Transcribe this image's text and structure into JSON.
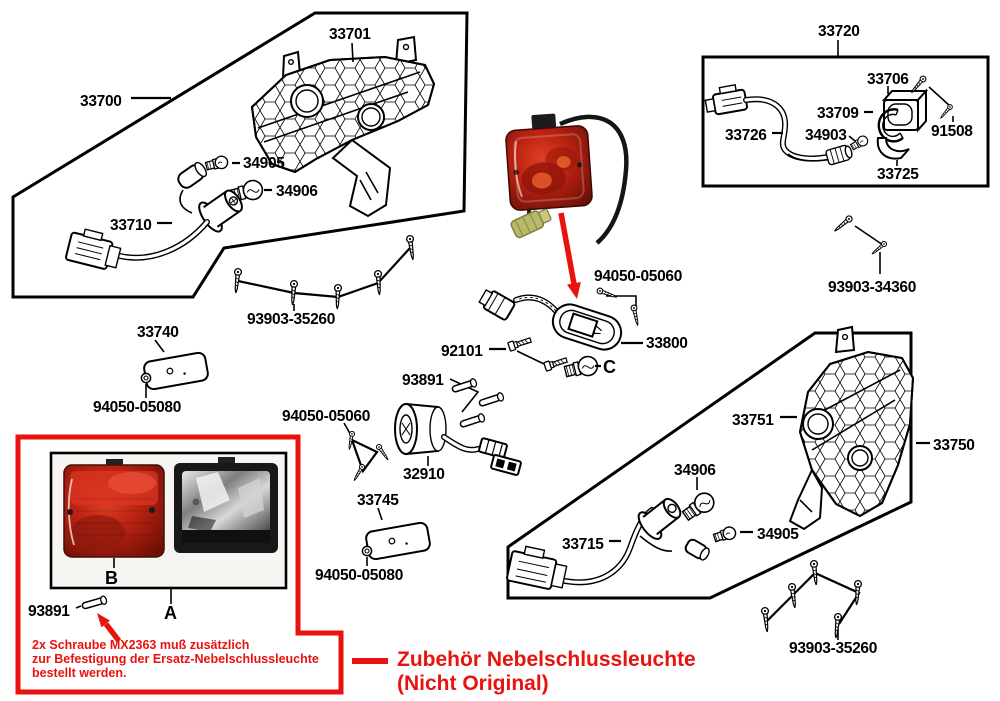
{
  "colors": {
    "accent_red": "#e8120e",
    "line_black": "#000000",
    "lens_red": "#c22415",
    "connector_olive": "#b9b96a"
  },
  "assemblies": {
    "headlight_left": {
      "group": "33700",
      "unit": "33701",
      "bulb_small": "34905",
      "bulb_large": "34906",
      "socket_harness": "33710"
    },
    "mount_screws_top": {
      "part": "93903-35260"
    },
    "plate_left": {
      "bracket": "33740",
      "screw": "94050-05080"
    },
    "relay_box": {
      "group": "33720",
      "harness": "33726",
      "bulb": "34903",
      "socket_ring": "33709",
      "housing": "33706",
      "bracket": "33725",
      "screw": "91508"
    },
    "screw_right": {
      "part": "93903-34360"
    },
    "license_light": {
      "screw_set": "94050-05060",
      "unit": "33800",
      "bolt": "92101",
      "bulb": "C",
      "screw": "93891",
      "resistor": "32910"
    },
    "plate_center": {
      "screw_set": "94050-05060",
      "bracket": "33745",
      "screw": "94050-05080"
    },
    "headlight_right": {
      "group": "33750",
      "unit": "33751",
      "bulb_large": "34906",
      "bulb_small": "34905",
      "socket_harness": "33715",
      "mount_screws": "93903-35260"
    },
    "accessory_fog_light": {
      "lens": "B",
      "housing": "A",
      "screw": "93891",
      "note_line1": "2x Schraube MX2363 muß zusätzlich",
      "note_line2": "zur Befestigung der Ersatz-Nebelschlussleuchte",
      "note_line3": "bestellt werden.",
      "caption_line1": "Zubehör Nebelschlussleuchte",
      "caption_line2": "(Nicht Original)"
    }
  }
}
